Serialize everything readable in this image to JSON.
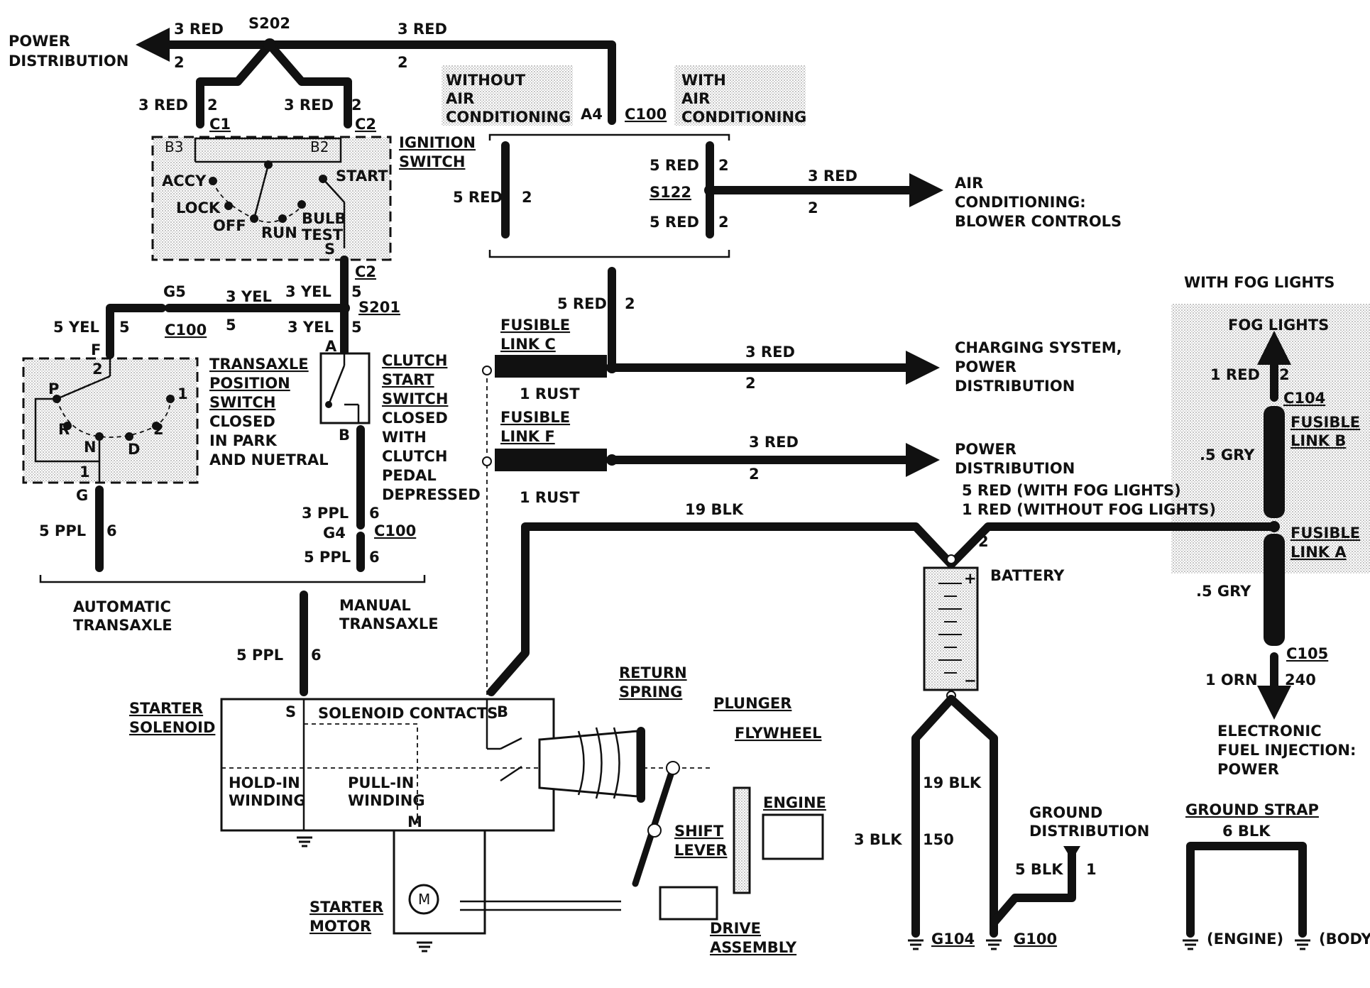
{
  "labels": {
    "power_distribution_left": [
      "POWER",
      "DISTRIBUTION"
    ],
    "s202": "S202",
    "w_3red_a": "3 RED",
    "w_2_a": "2",
    "w_3red_b": "3 RED",
    "w_2_b": "2",
    "w_3red_c1": "3 RED",
    "w_2_c1": "2",
    "c1": "C1",
    "w_3red_c2": "3 RED",
    "w_2_c2": "2",
    "c2_top": "C2",
    "without_ac": [
      "WITHOUT",
      "AIR",
      "CONDITIONING"
    ],
    "with_ac": [
      "WITH",
      "AIR",
      "CONDITIONING"
    ],
    "a4": "A4",
    "c100_top": "C100",
    "ignition_switch": [
      "IGNITION",
      "SWITCH"
    ],
    "b3": "B3",
    "b2": "B2",
    "accy": "ACCY",
    "lock": "LOCK",
    "off": "OFF",
    "run": "RUN",
    "start": "START",
    "bulb_test": [
      "BULB",
      "TEST"
    ],
    "s_term": "S",
    "c2_bottom": "C2",
    "w_5red_l": "5 RED",
    "w_2_l": "2",
    "w_5red_s122a": "5 RED",
    "w_2_s122a": "2",
    "s122": "S122",
    "w_5red_s122b": "5 RED",
    "w_2_s122b": "2",
    "w_3red_ac": "3 RED",
    "w_2_ac": "2",
    "ac_blower": [
      "AIR",
      "CONDITIONING:",
      "BLOWER CONTROLS"
    ],
    "g5": "G5",
    "w_3yel_a": "3 YEL",
    "w_3yel_b": "3 YEL",
    "w_5_b": "5",
    "s201": "S201",
    "c100_mid": "C100",
    "w_5_mid": "5",
    "w_5yel": "5 YEL",
    "w_5_yel": "5",
    "w_3yel_c": "3 YEL",
    "w_5_c": "5",
    "f_term": "F",
    "a_term": "A",
    "transaxle_pos": [
      "TRANSAXLE",
      "POSITION",
      "SWITCH",
      "CLOSED",
      "IN PARK",
      "AND NUETRAL"
    ],
    "clutch_switch": [
      "CLUTCH",
      "START",
      "SWITCH",
      "CLOSED",
      "WITH",
      "CLUTCH",
      "PEDAL",
      "DEPRESSED"
    ],
    "p": "P",
    "r": "R",
    "n": "N",
    "d": "D",
    "one": "1",
    "two": "2",
    "two_b": "2",
    "one_b": "1",
    "b_term": "B",
    "g_term": "G",
    "w_5red_fl": "5 RED",
    "w_2_fl": "2",
    "fusible_c": [
      "FUSIBLE",
      "LINK C"
    ],
    "w_1rust_c": "1 RUST",
    "w_3red_cs": "3 RED",
    "w_2_cs": "2",
    "charging": [
      "CHARGING SYSTEM,",
      "POWER",
      "DISTRIBUTION"
    ],
    "fusible_f": [
      "FUSIBLE",
      "LINK F"
    ],
    "w_1rust_f": "1 RUST",
    "w_3red_pd": "3 RED",
    "w_2_pd": "2",
    "power_dist_right": [
      "POWER",
      "DISTRIBUTION"
    ],
    "with_fog": "WITH FOG LIGHTS",
    "fog_lights": "FOG LIGHTS",
    "w_1red_fog": "1 RED",
    "w_2_fog": "2",
    "c104": "C104",
    "fusible_b": [
      "FUSIBLE",
      "LINK B"
    ],
    "w_5gry_b": ".5 GRY",
    "w_5red_with": "5 RED (WITH FOG LIGHTS)",
    "w_1red_without": "1 RED (WITHOUT FOG LIGHTS)",
    "w_19blk_top": "19 BLK",
    "w_2_bat": "2",
    "fusible_a": [
      "FUSIBLE",
      "LINK A"
    ],
    "w_5gry_a": ".5 GRY",
    "c105": "C105",
    "w_1orn": "1 ORN",
    "w_240": "240",
    "efi": [
      "ELECTRONIC",
      "FUEL INJECTION:",
      "POWER"
    ],
    "w_3ppl": "3 PPL",
    "w_6_a": "6",
    "g4": "G4",
    "c100_low": "C100",
    "w_5ppl_a": "5 PPL",
    "w_6_b": "6",
    "w_5ppl_g": "5 PPL",
    "w_6_g": "6",
    "automatic": [
      "AUTOMATIC",
      "TRANSAXLE"
    ],
    "manual": [
      "MANUAL",
      "TRANSAXLE"
    ],
    "w_5ppl_s": "5 PPL",
    "w_6_s": "6",
    "battery": "BATTERY",
    "plus": "+",
    "minus": "−",
    "starter_solenoid": [
      "STARTER",
      "SOLENOID"
    ],
    "solenoid_contacts": "SOLENOID CONTACTS",
    "s_sol": "S",
    "b_sol": "B",
    "m_sol": "M",
    "hold_in": [
      "HOLD-IN",
      "WINDING"
    ],
    "pull_in": [
      "PULL-IN",
      "WINDING"
    ],
    "return_spring": [
      "RETURN",
      "SPRING"
    ],
    "plunger": "PLUNGER",
    "flywheel": "FLYWHEEL",
    "engine": "ENGINE",
    "shift_lever": [
      "SHIFT",
      "LEVER"
    ],
    "starter_motor": [
      "STARTER",
      "MOTOR"
    ],
    "motor_m": "M",
    "drive_assembly": [
      "DRIVE",
      "ASSEMBLY"
    ],
    "w_19blk_bot": "19 BLK",
    "w_3blk": "3 BLK",
    "w_150": "150",
    "ground_dist": [
      "GROUND",
      "DISTRIBUTION"
    ],
    "w_5blk": "5 BLK",
    "w_1_gd": "1",
    "g104": "G104",
    "g100": "G100",
    "ground_strap": "GROUND STRAP",
    "w_6blk": "6 BLK",
    "engine_gnd": "(ENGINE)",
    "body_gnd": "(BODY)"
  }
}
